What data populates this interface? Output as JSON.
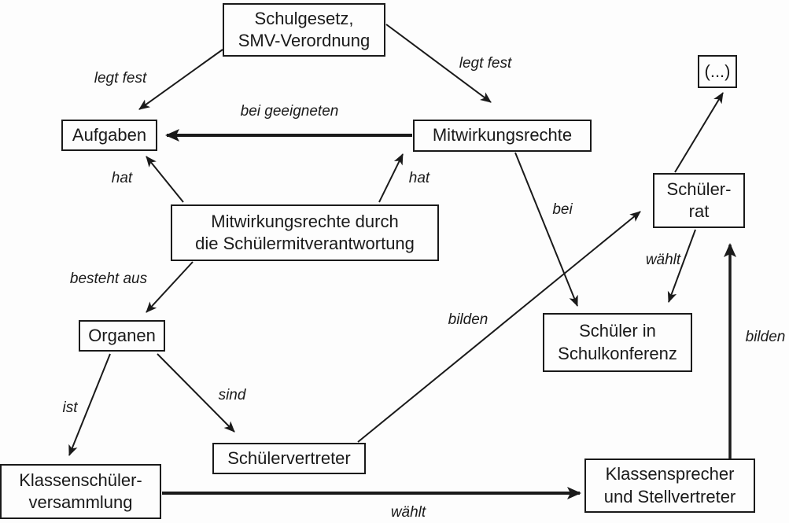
{
  "diagram": {
    "title": "SMV Mitwirkungsrechte Konzeptdiagramm",
    "background_color": "#fdfdfd",
    "line_color": "#1a1a1a"
  },
  "boxes": {
    "schulgesetz": {
      "line1": "Schulgesetz,",
      "line2": "SMV-Verordnung"
    },
    "aufgaben": {
      "line1": "Aufgaben"
    },
    "mitwirkungsrechte": {
      "line1": "Mitwirkungsrechte"
    },
    "ellipsis": {
      "line1": "(...)"
    },
    "schuelerrat": {
      "line1": "Schüler-",
      "line2": "rat"
    },
    "smv": {
      "line1": "Mitwirkungsrechte durch",
      "line2": "die Schülermitverantwortung"
    },
    "organen": {
      "line1": "Organen"
    },
    "schulkonferenz": {
      "line1": "Schüler in",
      "line2": "Schulkonferenz"
    },
    "schuelervertreter": {
      "line1": "Schülervertreter"
    },
    "klassenversammlung": {
      "line1": "Klassenschüler-",
      "line2": "versammlung"
    },
    "klassensprecher": {
      "line1": "Klassensprecher",
      "line2": "und Stellvertreter"
    }
  },
  "edge_labels": {
    "legt_fest_left": "legt fest",
    "legt_fest_right": "legt fest",
    "bei_geeigneten": "bei geeigneten",
    "hat_left": "hat",
    "hat_right": "hat",
    "bei": "bei",
    "waehlt_right": "wählt",
    "besteht_aus": "besteht aus",
    "bilden_mid": "bilden",
    "bilden_right": "bilden",
    "ist": "ist",
    "sind": "sind",
    "waehlt_bottom": "wählt"
  }
}
